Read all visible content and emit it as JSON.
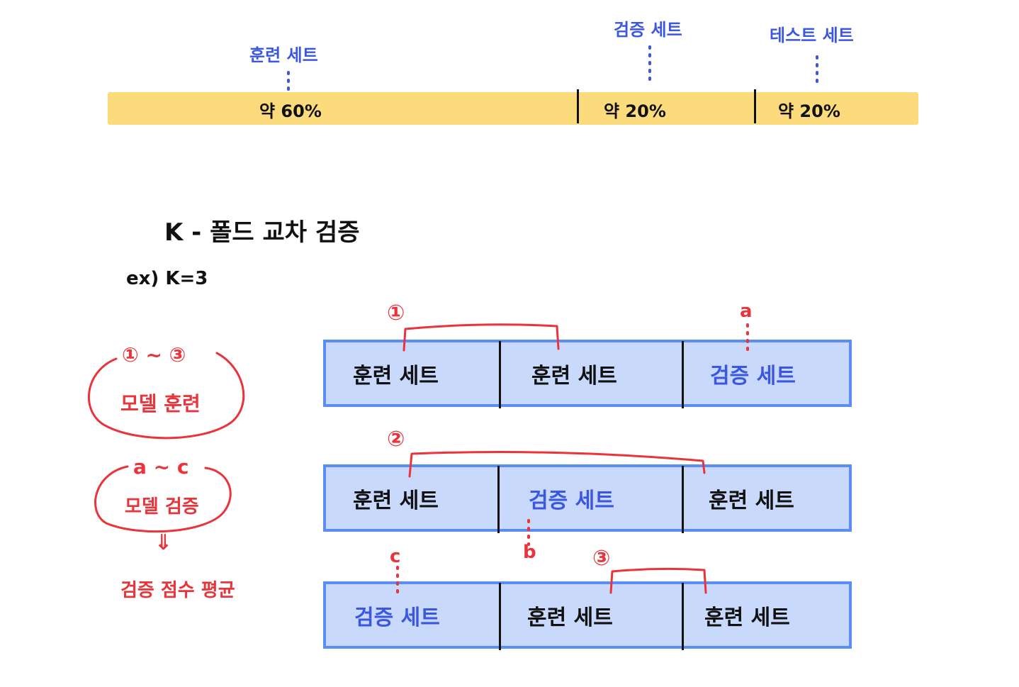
{
  "data_split": {
    "segments": [
      {
        "label": "훈련 세트",
        "value": "약 60%"
      },
      {
        "label": "검증 세트",
        "value": "약 20%"
      },
      {
        "label": "테스트 세트",
        "value": "약 20%"
      }
    ]
  },
  "kfold": {
    "title": "K - 폴드 교차 검증",
    "example": "ex) K=3",
    "legend": {
      "train_group": "① ~ ③",
      "train_text": "모델 훈련",
      "val_group": "a ~ c",
      "val_text": "모델 검증",
      "arrow": "⇓",
      "result": "검증 점수 평균"
    },
    "folds": [
      {
        "marker": "①",
        "val_marker": "a",
        "cells": [
          "훈련 세트",
          "훈련 세트",
          "검증 세트"
        ]
      },
      {
        "marker": "②",
        "val_marker": "b",
        "cells": [
          "훈련 세트",
          "검증 세트",
          "훈련 세트"
        ]
      },
      {
        "marker": "③",
        "val_marker": "c",
        "cells": [
          "검증 세트",
          "훈련 세트",
          "훈련 세트"
        ]
      }
    ]
  },
  "colors": {
    "split_bar": "#fcdb7d",
    "fold_fill": "#c8d9fc",
    "fold_border": "#5b8ef4",
    "validation_text": "#3b57e0",
    "annotation_red": "#e8343a"
  }
}
